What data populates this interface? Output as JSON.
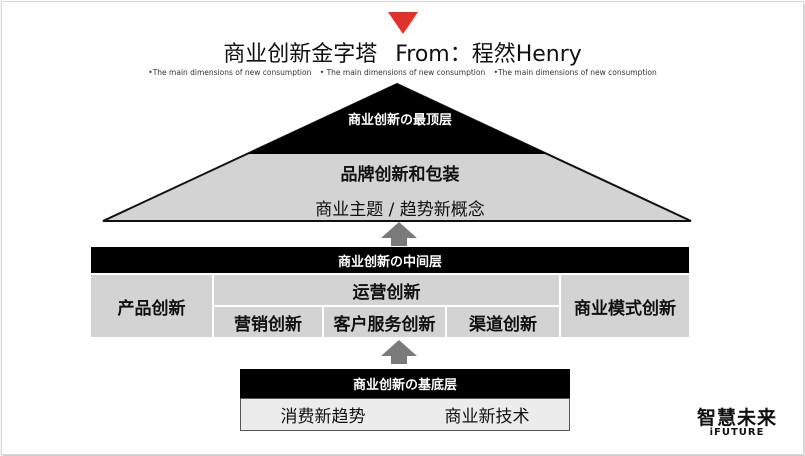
{
  "title": {
    "main": "商业创新金字塔",
    "from": "From：程然Henry"
  },
  "subtitle": [
    "•The main dimensions of new consumption",
    "• The main dimensions of new consumption",
    "•The main dimensions of new consumption"
  ],
  "top_layer": {
    "label": "商业创新の最顶层",
    "brand": "品牌创新和包装",
    "theme": "商业主题 / 趋势新概念"
  },
  "middle_layer": {
    "label": "商业创新の中间层",
    "left": "产品创新",
    "center_title": "运营创新",
    "center_items": [
      "营销创新",
      "客户服务创新",
      "渠道创新"
    ],
    "right": "商业模式创新"
  },
  "bottom_layer": {
    "label": "商业创新の基底层",
    "items": [
      "消费新趋势",
      "商业新技术"
    ]
  },
  "logo": {
    "main": "智慧未来",
    "sub": "iFUTURE"
  },
  "colors": {
    "accent_red": "#e0312a",
    "black": "#000000",
    "light_gray": "#d3d3d3",
    "arrow_gray": "#7a7a7a"
  }
}
